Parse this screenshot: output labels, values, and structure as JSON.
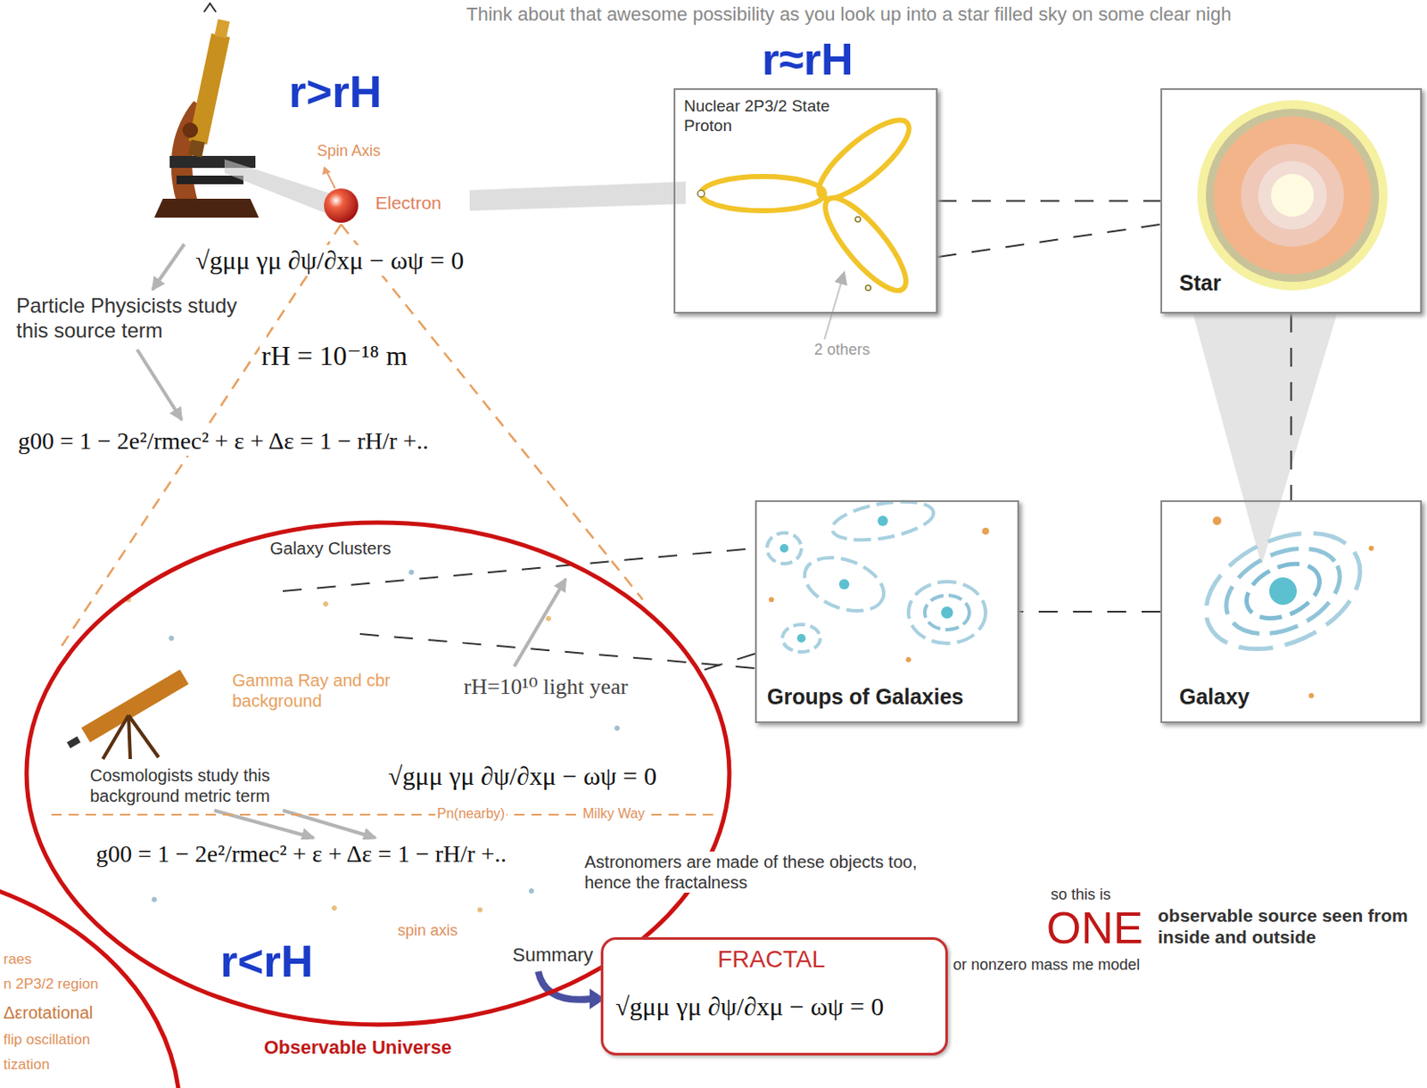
{
  "diagram": {
    "nodes": [
      {
        "text": [
          "Nuclear 2P3/2 State Proton"
        ]
      },
      {
        "text": [
          "Star"
        ]
      },
      {
        "text": [
          "Groups of Galaxies"
        ]
      },
      {
        "text": [
          "Galaxy"
        ]
      },
      {
        "text": [
          "Observable Universe"
        ]
      },
      {
        "text": [
          "FRACTAL",
          "√gμμ γμ ∂ψ/∂xμ − ωψ = 0"
        ]
      }
    ],
    "edges": [
      {
        "from": 0,
        "to": 1,
        "arrow": "none"
      },
      {
        "from": 1,
        "to": 3,
        "arrow": "none"
      },
      {
        "from": 3,
        "to": 2,
        "arrow": "none"
      },
      {
        "from": 2,
        "to": 4,
        "arrow": "none"
      }
    ],
    "labels": [
      "Think about that awesome possibility as you look up into a star filled sky on some clear nigh",
      "r>rH",
      "Spin Axis",
      "Electron",
      "√gμμ γμ ∂ψ/∂xμ − ωψ = 0",
      "Particle Physicists study this source term",
      "rH = 10⁻¹⁸ m",
      "g00 = 1 − 2e²/rmec² + ε + Δε = 1 − rH/r +..",
      "r≈rH",
      "2 others",
      "Galaxy Clusters",
      "Gamma Ray and cbr background",
      "rH=10¹⁰ light year",
      "Cosmologists study this background metric term",
      "√gμμ γμ ∂ψ/∂xμ − ωψ = 0",
      "Pn(nearby)",
      "Milky Way",
      "g00 = 1 − 2e²/rmec² + ε + Δε = 1 − rH/r +..",
      "spin axis",
      "r<rH",
      "Astronomers are made of these objects too, hence the fractalness",
      "Summary",
      "so this is",
      "ONE",
      "observable source seen from inside and outside",
      "or nonzero mass me model",
      "raes",
      "n 2P3/2 region",
      "Δεrotational",
      "flip oscillation",
      "tization"
    ]
  }
}
